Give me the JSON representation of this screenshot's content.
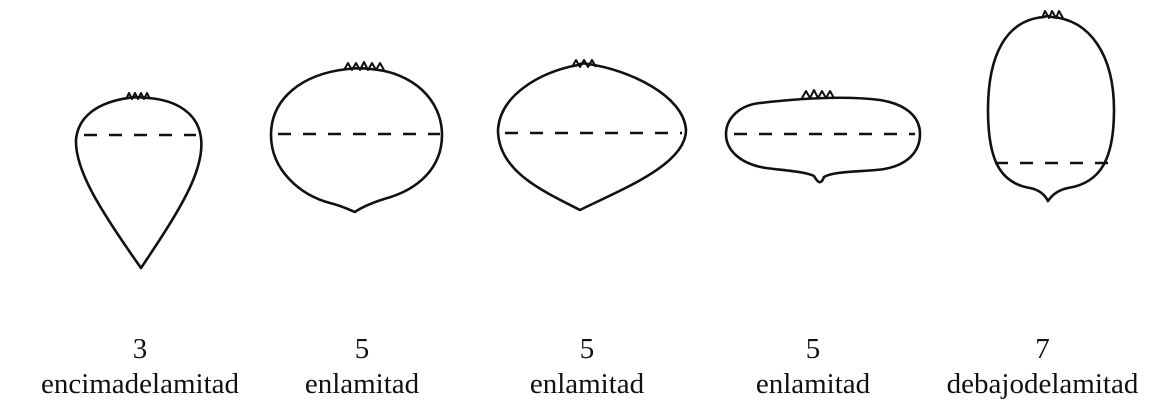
{
  "items": [
    {
      "shape": "inverted-drop",
      "code": "3",
      "label": "encimadelamitad"
    },
    {
      "shape": "round",
      "code": "5",
      "label": "enlamitad"
    },
    {
      "shape": "round-pointed",
      "code": "5",
      "label": "enlamitad"
    },
    {
      "shape": "flattened",
      "code": "5",
      "label": "enlamitad"
    },
    {
      "shape": "oblong",
      "code": "7",
      "label": "debajodelamitad"
    }
  ],
  "colors": {
    "line": "#111111",
    "background": "#ffffff"
  }
}
